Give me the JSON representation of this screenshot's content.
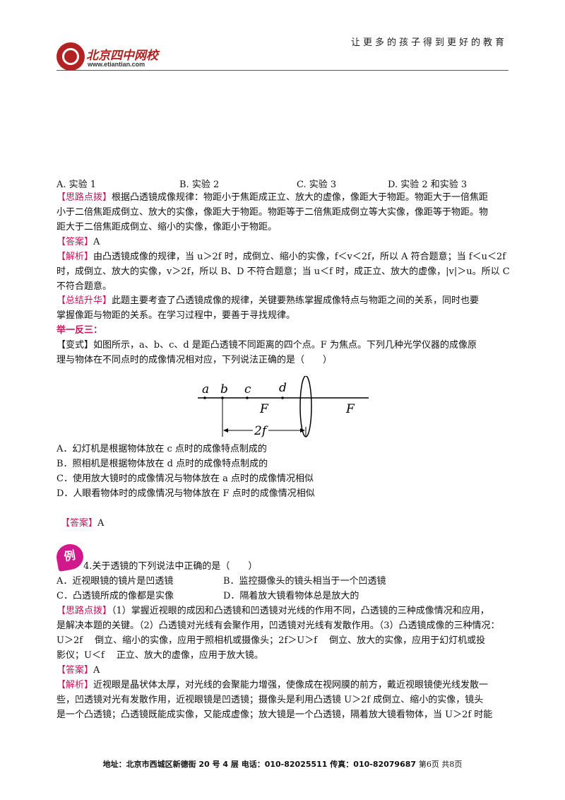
{
  "header": {
    "school_name": "北京四中网校",
    "url": "www.etiantian.com",
    "slogan": "让更多的孩子得到更好的教育"
  },
  "q3_options": [
    "A. 实验 1",
    "B. 实验 2",
    "C. 实验 3",
    "D. 实验 2 和实验 3"
  ],
  "q3": {
    "hint_tag": "【思路点拨】",
    "hint_lines": [
      "根据凸透镜成像规律：物距小于焦距成正立、放大的虚像，像距大于物距。物距大于一倍焦距",
      "小于二倍焦距成倒立、放大的实像，像距大于物距。物距等于二倍焦距成倒立等大实像，像距等于物距。物",
      "距大于二倍焦距成倒立、缩小的实像，像距小于物距。"
    ],
    "answer_tag": "【答案】",
    "answer": "A",
    "analysis_tag": "【解析】",
    "analysis_lines": [
      "由凸透镜成像的规律，当 u＞2f 时，成倒立、缩小的实像，f＜v＜2f，所以 A 符合题意；当 f＜u＜2f",
      "时，成倒立、放大的实像，v＞2f，所以 B、D 不符合题意；当 u＜f 时，成正立、放大的虚像，|v|＞u。所以 C",
      "不符合题意。"
    ],
    "summary_tag": "【总结升华】",
    "summary_lines": [
      "此题主要考查了凸透镜成像的规律，关键要熟练掌握成像特点与物距之间的关系，同时也要",
      "掌握像距与物距的关系。在学习过程中，要善于寻找规律。"
    ]
  },
  "variant": {
    "heading": "举一反三：",
    "stem_lines": [
      "【变式】如图所示，a、b、c、d 是距凸透镜不同距离的四个点。F 为焦点。下列几种光学仪器的成像原",
      "理与物体在不同点时的成像情况相对应，下列说法正确的是（　　）"
    ],
    "diagram": {
      "points": [
        "a",
        "b",
        "c",
        "d"
      ],
      "focus_left": "F",
      "focus_right": "F",
      "dimension": "2f"
    },
    "options": [
      "A．幻灯机是根据物体放在 c 点时的成像特点制成的",
      "B．照相机是根据物体放在 d 点时的成像特点制成的",
      "C．使用放大镜时的成像情况与物体放在 a 点时的成像情况相似",
      "D．人眼看物体时的成像情况与物体放在 F 点时的成像情况相似"
    ],
    "answer_tag": "【答案】",
    "answer": "A"
  },
  "q4": {
    "badge": "例",
    "stem": "4.关于透镜的下列说法中正确的是（　　）",
    "options_row1": [
      "A．近视眼镜的镜片是凹透镜",
      "B．监控摄像头的镜头相当于一个凹透镜"
    ],
    "options_row2": [
      "C．凸透镜所成的像都是实像",
      "D．隔着放大镜看物体总是放大的"
    ],
    "hint_tag": "【思路点拨】",
    "hint_lines": [
      "（1）掌握近视眼的成因和凸透镜和凹透镜对光线的作用不同，凸透镜的三种成像情况和应用，",
      "是解决本题的关键。（2）凸透镜对光线有会聚作用，凹透镜对光线有发散作用。（3）凸透镜成像的三种情况：",
      "U＞2f　 倒立、缩小的实像，应用于照相机或摄像头；2f＞U＞f　 倒立、放大的实像，应用于幻灯机或投",
      "影仪；U＜f　 正立、放大的虚像，应用于放大镜。"
    ],
    "answer_tag": "【答案】",
    "answer": "A",
    "analysis_tag": "【解析】",
    "analysis_lines": [
      "近视眼是晶状体太厚，对光线的会聚能力增强，使像成在视网膜的前方，戴近视眼镜使光线发散一",
      "些，凹透镜对光有发散作用，近视眼镜是凹透镜；摄像头是利用凸透镜 U＞2f 成倒立、缩小的实像，镜头",
      "是一个凸透镜；凸透镜既能成实像，又能成虚像；放大镜是一个凸透镜，隔着放大镜看物体，当 U＞2f 时能"
    ]
  },
  "footer": {
    "address": "地址：北京市西城区新德街 20 号 4 层  电话：010-82025511  传真：010-82079687",
    "page": "第6页  共8页"
  }
}
